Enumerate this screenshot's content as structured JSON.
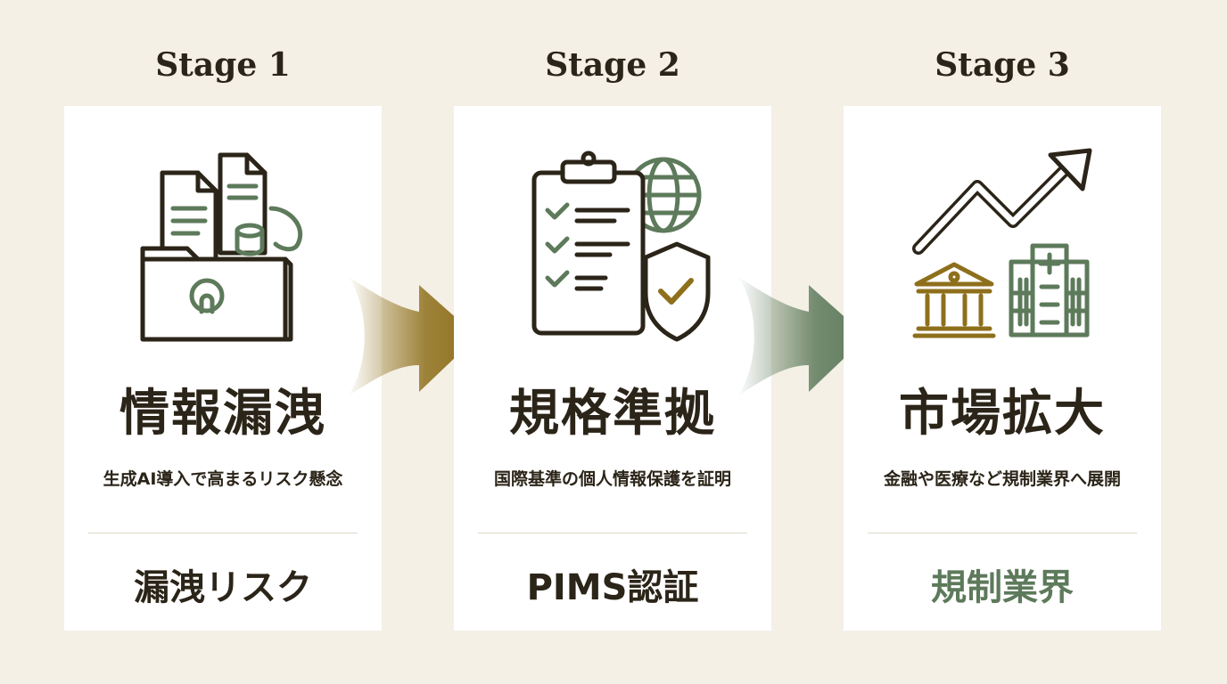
{
  "stages": [
    {
      "label": "Stage 1",
      "title": "情報漏洩",
      "subtitle": "生成AI導入で高まるリスク懸念",
      "keyword": "漏洩リスク",
      "icon": "documents-folder-icon"
    },
    {
      "label": "Stage 2",
      "title": "規格準拠",
      "subtitle": "国際基準の個人情報保護を証明",
      "keyword": "PIMS認証",
      "icon": "checklist-shield-globe-icon"
    },
    {
      "label": "Stage 3",
      "title": "市場拡大",
      "subtitle": "金融や医療など規制業界へ展開",
      "keyword": "規制業界",
      "icon": "growth-bank-hospital-icon"
    }
  ],
  "colors": {
    "background": "#f4f0e6",
    "card": "#ffffff",
    "text": "#2b2418",
    "gold": "#8e6f1c",
    "green": "#5d7a5b"
  }
}
